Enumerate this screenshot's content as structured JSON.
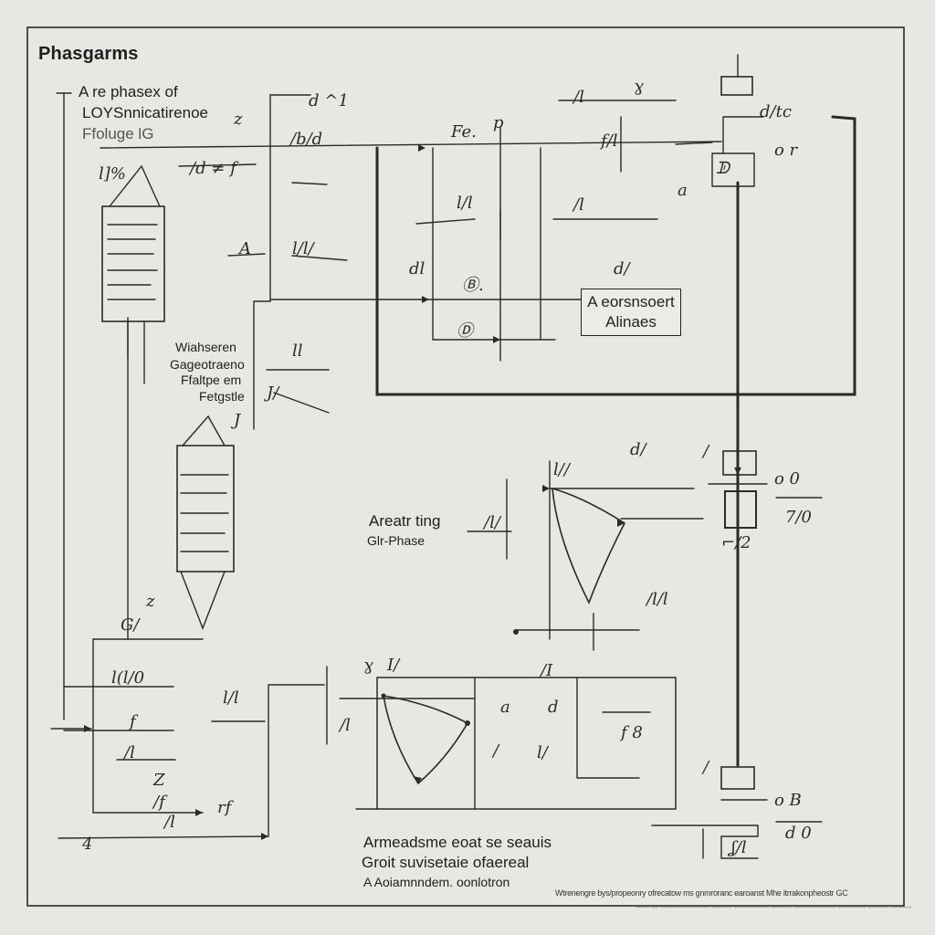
{
  "title": "Phasgarms",
  "top_label": {
    "line1": "A re phasex of",
    "line2": "LOYSnnicatirenoe",
    "line3": "Ffoluge lG"
  },
  "left_label": {
    "line1": "Wiahseren",
    "line2": "Gageotraeno",
    "line3": "Ffaltpe em",
    "line4": "Fetgstle"
  },
  "box_label": {
    "line1": "A eorsnsoert",
    "line2": "Alinaes"
  },
  "center_label": {
    "line1": "Areatr ting",
    "line2": "Glr-Phase"
  },
  "bottom_label": {
    "line1": "Armeadsme eoat se seauis",
    "line2": "Groit suvisetaie ofaereal",
    "line3": "A Aoiamnndem. oonlotron"
  },
  "footnote": "Wtrenengre bys/propeonry ofrecatow ms gnmroranc earoanst Mhe itrrakonpheostr GC",
  "footnote_sub": "—— — ——————— ——— ————— ——— —————— ———— ——— ———"
}
